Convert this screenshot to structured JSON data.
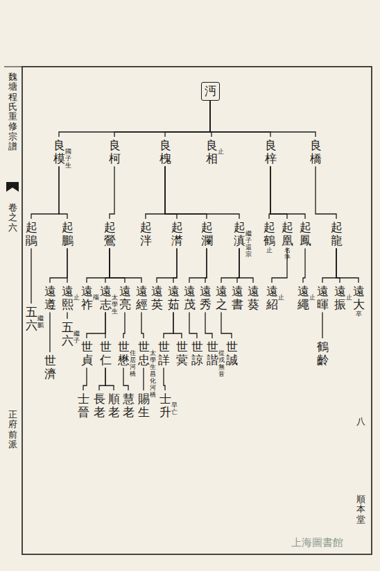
{
  "diagram": {
    "nodes": [
      {
        "text": [
          "沔"
        ]
      },
      {
        "text": [
          "良橋"
        ]
      },
      {
        "text": [
          "良梓"
        ]
      },
      {
        "text": [
          "良相",
          "止"
        ]
      },
      {
        "text": [
          "良槐"
        ]
      },
      {
        "text": [
          "良柯"
        ]
      },
      {
        "text": [
          "良模",
          "國子生"
        ]
      },
      {
        "text": [
          "起龍"
        ]
      },
      {
        "text": [
          "起鳳"
        ]
      },
      {
        "text": [
          "起凰",
          "名準"
        ]
      },
      {
        "text": [
          "起鶴",
          "止"
        ]
      },
      {
        "text": [
          "起滇",
          "繼子還宗"
        ]
      },
      {
        "text": [
          "起瀾"
        ]
      },
      {
        "text": [
          "起潸"
        ]
      },
      {
        "text": [
          "起泮"
        ]
      },
      {
        "text": [
          "起鶯"
        ]
      },
      {
        "text": [
          "起鵬"
        ]
      },
      {
        "text": [
          "起鵑"
        ]
      },
      {
        "text": [
          "遠大",
          "卒"
        ]
      },
      {
        "text": [
          "遠振",
          "止"
        ]
      },
      {
        "text": [
          "遠暉"
        ]
      },
      {
        "text": [
          "遠繩",
          "止"
        ]
      },
      {
        "text": [
          "遠紹",
          "止"
        ]
      },
      {
        "text": [
          "遠葵"
        ]
      },
      {
        "text": [
          "遠書"
        ]
      },
      {
        "text": [
          "遠之"
        ]
      },
      {
        "text": [
          "遠秀"
        ]
      },
      {
        "text": [
          "遠茂"
        ]
      },
      {
        "text": [
          "遠茹"
        ]
      },
      {
        "text": [
          "遠英"
        ]
      },
      {
        "text": [
          "遠經"
        ]
      },
      {
        "text": [
          "遠亮"
        ]
      },
      {
        "text": [
          "遠志",
          "太學生"
        ]
      },
      {
        "text": [
          "遠祚",
          "殤"
        ]
      },
      {
        "text": [
          "遠熙",
          "止"
        ]
      },
      {
        "text": [
          "遠遵"
        ]
      },
      {
        "text": [
          "五六",
          "繼鵬"
        ]
      },
      {
        "text": [
          "鶴齡"
        ]
      },
      {
        "text": [
          "世誠"
        ]
      },
      {
        "text": [
          "世諧",
          "從戎無音"
        ]
      },
      {
        "text": [
          "世諒"
        ]
      },
      {
        "text": [
          "世蓂"
        ]
      },
      {
        "text": [
          "世詳"
        ]
      },
      {
        "text": [
          "世忠",
          "太學生昌化河橋"
        ]
      },
      {
        "text": [
          "世懋",
          "住居河橋"
        ]
      },
      {
        "text": [
          "世仁"
        ]
      },
      {
        "text": [
          "世貞"
        ]
      },
      {
        "text": [
          "五六",
          "繼子"
        ]
      },
      {
        "text": [
          "世濟"
        ]
      },
      {
        "text": [
          "士升",
          "早亡"
        ]
      },
      {
        "text": [
          "賜生"
        ]
      },
      {
        "text": [
          "慧老"
        ]
      },
      {
        "text": [
          "順老"
        ]
      },
      {
        "text": [
          "長老"
        ]
      },
      {
        "text": [
          "士晉"
        ]
      }
    ],
    "edges": [
      {
        "from": 0,
        "to": 1,
        "arrow": "none"
      },
      {
        "from": 0,
        "to": 2,
        "arrow": "none"
      },
      {
        "from": 0,
        "to": 3,
        "arrow": "none"
      },
      {
        "from": 0,
        "to": 4,
        "arrow": "none"
      },
      {
        "from": 0,
        "to": 5,
        "arrow": "none"
      },
      {
        "from": 0,
        "to": 6,
        "arrow": "none"
      },
      {
        "from": 1,
        "to": 7,
        "arrow": "none"
      },
      {
        "from": 2,
        "to": 8,
        "arrow": "none"
      },
      {
        "from": 2,
        "to": 9,
        "arrow": "none"
      },
      {
        "from": 2,
        "to": 10,
        "arrow": "none"
      },
      {
        "from": 4,
        "to": 11,
        "arrow": "none"
      },
      {
        "from": 4,
        "to": 12,
        "arrow": "none"
      },
      {
        "from": 4,
        "to": 13,
        "arrow": "none"
      },
      {
        "from": 4,
        "to": 14,
        "arrow": "none"
      },
      {
        "from": 5,
        "to": 15,
        "arrow": "none"
      },
      {
        "from": 6,
        "to": 16,
        "arrow": "none"
      },
      {
        "from": 6,
        "to": 17,
        "arrow": "none"
      },
      {
        "from": 7,
        "to": 18,
        "arrow": "none"
      },
      {
        "from": 7,
        "to": 19,
        "arrow": "none"
      },
      {
        "from": 7,
        "to": 20,
        "arrow": "none"
      },
      {
        "from": 8,
        "to": 21,
        "arrow": "none"
      },
      {
        "from": 9,
        "to": 22,
        "arrow": "none"
      },
      {
        "from": 11,
        "to": 23,
        "arrow": "none"
      },
      {
        "from": 11,
        "to": 24,
        "arrow": "none"
      },
      {
        "from": 11,
        "to": 25,
        "arrow": "none"
      },
      {
        "from": 12,
        "to": 26,
        "arrow": "none"
      },
      {
        "from": 12,
        "to": 27,
        "arrow": "none"
      },
      {
        "from": 13,
        "to": 28,
        "arrow": "none"
      },
      {
        "from": 13,
        "to": 29,
        "arrow": "none"
      },
      {
        "from": 15,
        "to": 30,
        "arrow": "none"
      },
      {
        "from": 15,
        "to": 31,
        "arrow": "none"
      },
      {
        "from": 15,
        "to": 32,
        "arrow": "none"
      },
      {
        "from": 15,
        "to": 33,
        "arrow": "none"
      },
      {
        "from": 16,
        "to": 34,
        "arrow": "none"
      },
      {
        "from": 16,
        "to": 35,
        "arrow": "none"
      },
      {
        "from": 17,
        "to": 36,
        "arrow": "none"
      },
      {
        "from": 20,
        "to": 37,
        "arrow": "none"
      },
      {
        "from": 25,
        "to": 38,
        "arrow": "none"
      },
      {
        "from": 26,
        "to": 39,
        "arrow": "none"
      },
      {
        "from": 27,
        "to": 40,
        "arrow": "none"
      },
      {
        "from": 28,
        "to": 41,
        "arrow": "none"
      },
      {
        "from": 28,
        "to": 42,
        "arrow": "none"
      },
      {
        "from": 30,
        "to": 43,
        "arrow": "none"
      },
      {
        "from": 31,
        "to": 44,
        "arrow": "none"
      },
      {
        "from": 32,
        "to": 45,
        "arrow": "none"
      },
      {
        "from": 32,
        "to": 46,
        "arrow": "none"
      },
      {
        "from": 34,
        "to": 47,
        "arrow": "none"
      },
      {
        "from": 35,
        "to": 48,
        "arrow": "none"
      },
      {
        "from": 42,
        "to": 49,
        "arrow": "none"
      },
      {
        "from": 43,
        "to": 50,
        "arrow": "none"
      },
      {
        "from": 44,
        "to": 51,
        "arrow": "none"
      },
      {
        "from": 45,
        "to": 52,
        "arrow": "none"
      },
      {
        "from": 45,
        "to": 53,
        "arrow": "none"
      },
      {
        "from": 46,
        "to": 54,
        "arrow": "none"
      }
    ],
    "labels": [
      "魏塘程氏重修宗譜",
      "卷之六",
      "正府前派",
      "八",
      "順本堂",
      "上海圖書館"
    ]
  }
}
